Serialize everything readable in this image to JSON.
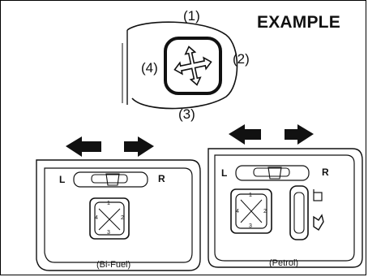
{
  "title": "EXAMPLE",
  "direction_labels": {
    "up": "(1)",
    "right": "(2)",
    "down": "(3)",
    "left": "(4)"
  },
  "panels": [
    {
      "caption": "(Bi-Fuel)",
      "left_label": "L",
      "right_label": "R",
      "pad_numbers": [
        "1",
        "2",
        "3",
        "4"
      ]
    },
    {
      "caption": "(Petrol)",
      "left_label": "L",
      "right_label": "R",
      "pad_numbers": [
        "1",
        "2",
        "3",
        "4"
      ]
    }
  ],
  "icons": [
    "mirror-adjust-knob-icon",
    "left-arrow-icon",
    "right-arrow-icon",
    "fuel-gauge-icon",
    "fuel-pump-icon"
  ]
}
